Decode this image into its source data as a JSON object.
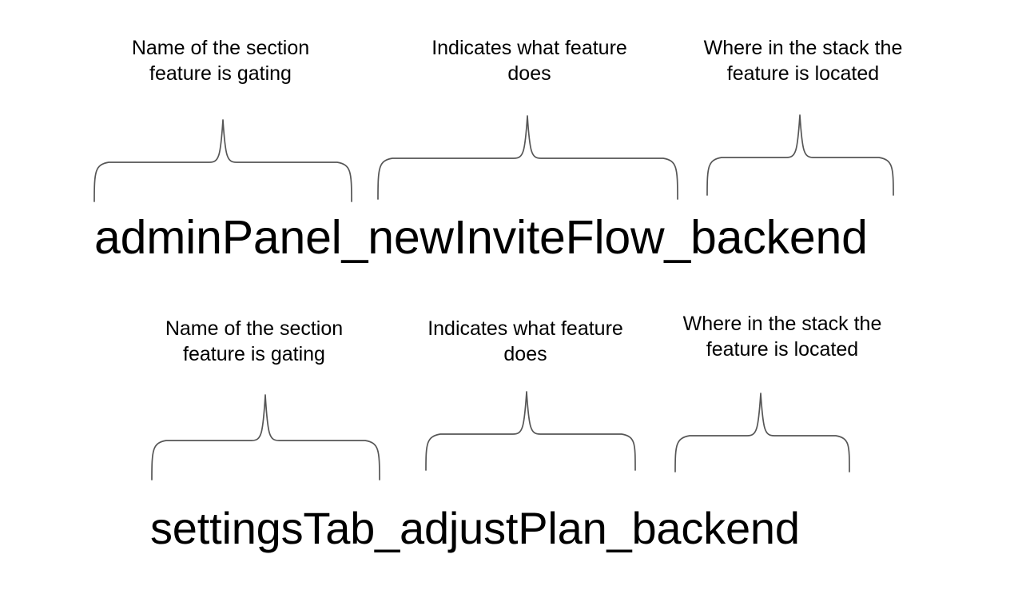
{
  "page": {
    "background_color": "#ffffff",
    "text_color": "#000000",
    "brace_color": "#565656"
  },
  "rows": [
    {
      "id": "row-1",
      "flag_string": "adminPanel_newInviteFlow_backend",
      "segments": [
        {
          "key": "section",
          "token": "adminPanel",
          "caption_line_1": "Name of the section",
          "caption_line_2": "feature is gating"
        },
        {
          "key": "behavior",
          "token": "newInviteFlow",
          "caption_line_1": "Indicates what feature",
          "caption_line_2": "does"
        },
        {
          "key": "layer",
          "token": "backend",
          "caption_line_1": "Where in the stack the",
          "caption_line_2": "feature is located"
        }
      ]
    },
    {
      "id": "row-2",
      "flag_string": "settingsTab_adjustPlan_backend",
      "segments": [
        {
          "key": "section",
          "token": "settingsTab",
          "caption_line_1": "Name of the section",
          "caption_line_2": "feature is gating"
        },
        {
          "key": "behavior",
          "token": "adjustPlan",
          "caption_line_1": "Indicates what feature",
          "caption_line_2": "does"
        },
        {
          "key": "layer",
          "token": "backend",
          "caption_line_1": "Where in the stack the",
          "caption_line_2": "feature is located"
        }
      ]
    }
  ]
}
